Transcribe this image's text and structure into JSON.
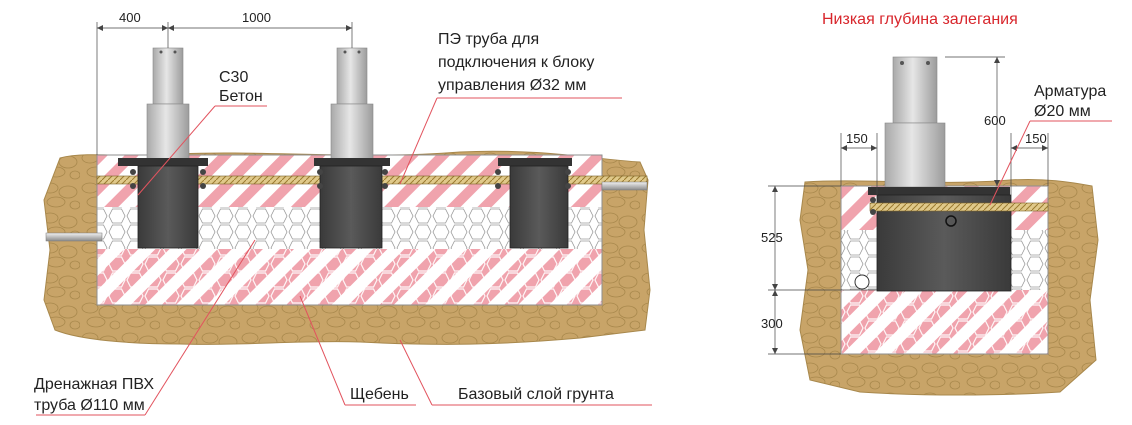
{
  "left_view": {
    "dimensions": {
      "spacing_1": "400",
      "spacing_2": "1000"
    },
    "labels": {
      "concrete_grade": "C30",
      "concrete": "Бетон",
      "pe_pipe_line1": "ПЭ труба для",
      "pe_pipe_line2": "подключения к блоку",
      "pe_pipe_line3": "управления Ø32 мм",
      "drain_line1": "Дренажная ПВХ",
      "drain_line2": "труба Ø110 мм",
      "gravel": "Щебень",
      "base_soil": "Базовый слой грунта"
    }
  },
  "right_view": {
    "title": "Низкая глубина залегания",
    "dimensions": {
      "height_above": "600",
      "left_margin": "150",
      "right_margin": "150",
      "depth": "525",
      "base_depth": "300"
    },
    "labels": {
      "rebar_line1": "Арматура",
      "rebar_line2": "Ø20 мм"
    }
  },
  "colors": {
    "soil": "#c8a468",
    "soil_stroke": "#a8884c",
    "hatch_red": "#f0a3ad",
    "leader_red": "#e2535e",
    "title_red": "#d8262c",
    "pillar_gray": "#c9c9c9",
    "body_dark": "#4d4d4d"
  }
}
